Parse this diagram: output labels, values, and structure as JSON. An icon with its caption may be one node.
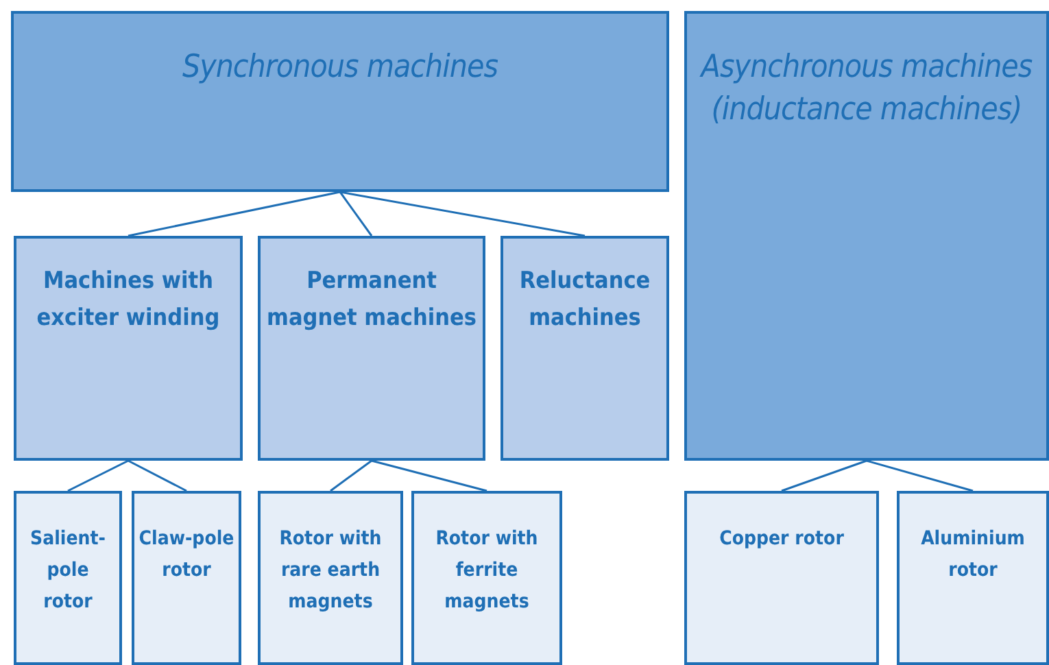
{
  "diagram": {
    "nodes": [
      {
        "text": [
          "Synchronous machines"
        ]
      },
      {
        "text": [
          "Asynchronous machines (inductance machines)"
        ]
      },
      {
        "text": [
          "Machines with exciter winding"
        ]
      },
      {
        "text": [
          "Permanent magnet machines"
        ]
      },
      {
        "text": [
          "Reluctance machines"
        ]
      },
      {
        "text": [
          "Salient-pole rotor"
        ]
      },
      {
        "text": [
          "Claw-pole rotor"
        ]
      },
      {
        "text": [
          "Rotor with rare earth magnets"
        ]
      },
      {
        "text": [
          "Rotor with ferrite magnets"
        ]
      },
      {
        "text": [
          "Copper rotor"
        ]
      },
      {
        "text": [
          "Aluminium rotor"
        ]
      }
    ],
    "edges": [
      {
        "from": 0,
        "to": 2,
        "arrow": "none"
      },
      {
        "from": 0,
        "to": 3,
        "arrow": "none"
      },
      {
        "from": 0,
        "to": 4,
        "arrow": "none"
      },
      {
        "from": 2,
        "to": 5,
        "arrow": "none"
      },
      {
        "from": 2,
        "to": 6,
        "arrow": "none"
      },
      {
        "from": 3,
        "to": 7,
        "arrow": "none"
      },
      {
        "from": 3,
        "to": 8,
        "arrow": "none"
      },
      {
        "from": 1,
        "to": 9,
        "arrow": "none"
      },
      {
        "from": 1,
        "to": 10,
        "arrow": "none"
      }
    ]
  }
}
